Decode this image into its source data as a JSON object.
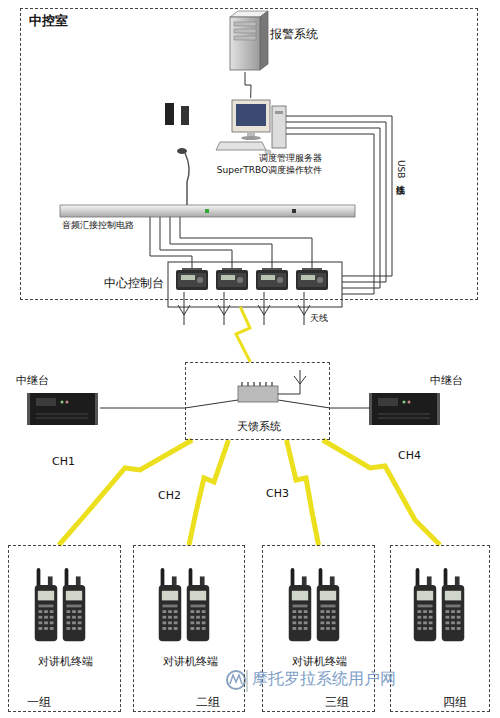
{
  "diagram": {
    "nodes": [
      {
        "text": [
          "中控室"
        ]
      },
      {
        "text": [
          "报警系统"
        ],
        "in": 0
      },
      {
        "text": [
          "调度管理服务器 SuperTRBO调度操作软件"
        ],
        "in": 0
      },
      {
        "text": [
          "音频汇接控制电路"
        ],
        "in": 0
      },
      {
        "text": [
          "中心控制台"
        ],
        "in": 0
      },
      {
        "text": [
          "中继台"
        ]
      },
      {
        "text": [
          "天馈系统"
        ]
      },
      {
        "text": [
          "中继台"
        ]
      },
      {
        "text": [
          "对讲机终端",
          "一组"
        ]
      },
      {
        "text": [
          "对讲机终端",
          "二组"
        ]
      },
      {
        "text": [
          "对讲机终端",
          "三组"
        ]
      },
      {
        "text": [
          "四组"
        ]
      }
    ],
    "edges": [
      {
        "from": 1,
        "to": 2,
        "arrow": "none"
      },
      {
        "from": 2,
        "to": 4,
        "label": "USB连接线",
        "arrow": "none"
      },
      {
        "from": 3,
        "to": 4,
        "arrow": "none"
      },
      {
        "from": 4,
        "to": 6,
        "arrow": "none"
      },
      {
        "from": 5,
        "to": 6,
        "arrow": "none"
      },
      {
        "from": 6,
        "to": 7,
        "arrow": "none"
      },
      {
        "from": 6,
        "to": 8,
        "label": "CH1",
        "arrow": "none"
      },
      {
        "from": 6,
        "to": 9,
        "label": "CH2",
        "arrow": "none"
      },
      {
        "from": 6,
        "to": 10,
        "label": "CH3",
        "arrow": "none"
      },
      {
        "from": 6,
        "to": 11,
        "label": "CH4",
        "arrow": "none"
      }
    ],
    "labels": [
      "天线",
      "摩托罗拉系统用户网"
    ]
  }
}
